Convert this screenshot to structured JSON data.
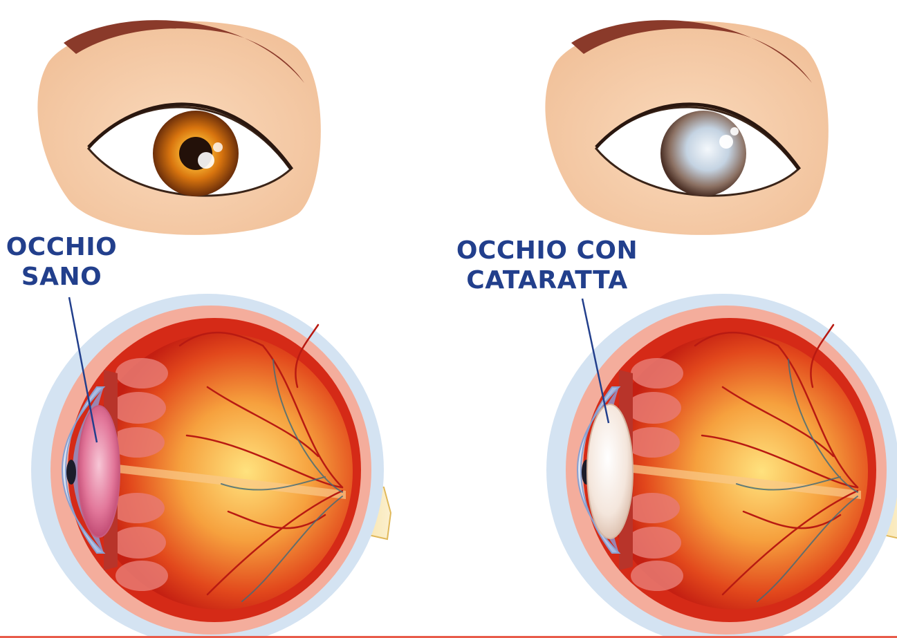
{
  "labels": {
    "healthy_line1": "OCCHIO",
    "healthy_line2": "SANO",
    "cataract_line1": "OCCHIO CON",
    "cataract_line2": "CATARATTA"
  },
  "colors": {
    "label_text": "#223f8c",
    "pointer_line": "#223f8c",
    "skin": "#f4caa3",
    "eyebrow": "#8a3a2a",
    "iris_healthy": "#c86a10",
    "iris_cataract": "#7a5a4a",
    "cataract_opacity": "#e6ecf2",
    "eyeball_outer": "#c9dcef",
    "sclera_layer": "#f3a997",
    "retina": "#d92a16",
    "vitreous_center": "#ffd26a",
    "lens_healthy": "#e07598",
    "lens_cataract": "#f7ece3",
    "optic_nerve": "#f2da8a",
    "bottom_rule": "#e85b4a"
  },
  "icons": {
    "healthy_front": "healthy-eye-front-icon",
    "cataract_front": "cataract-eye-front-icon",
    "healthy_section": "healthy-eye-cross-section-icon",
    "cataract_section": "cataract-eye-cross-section-icon"
  }
}
